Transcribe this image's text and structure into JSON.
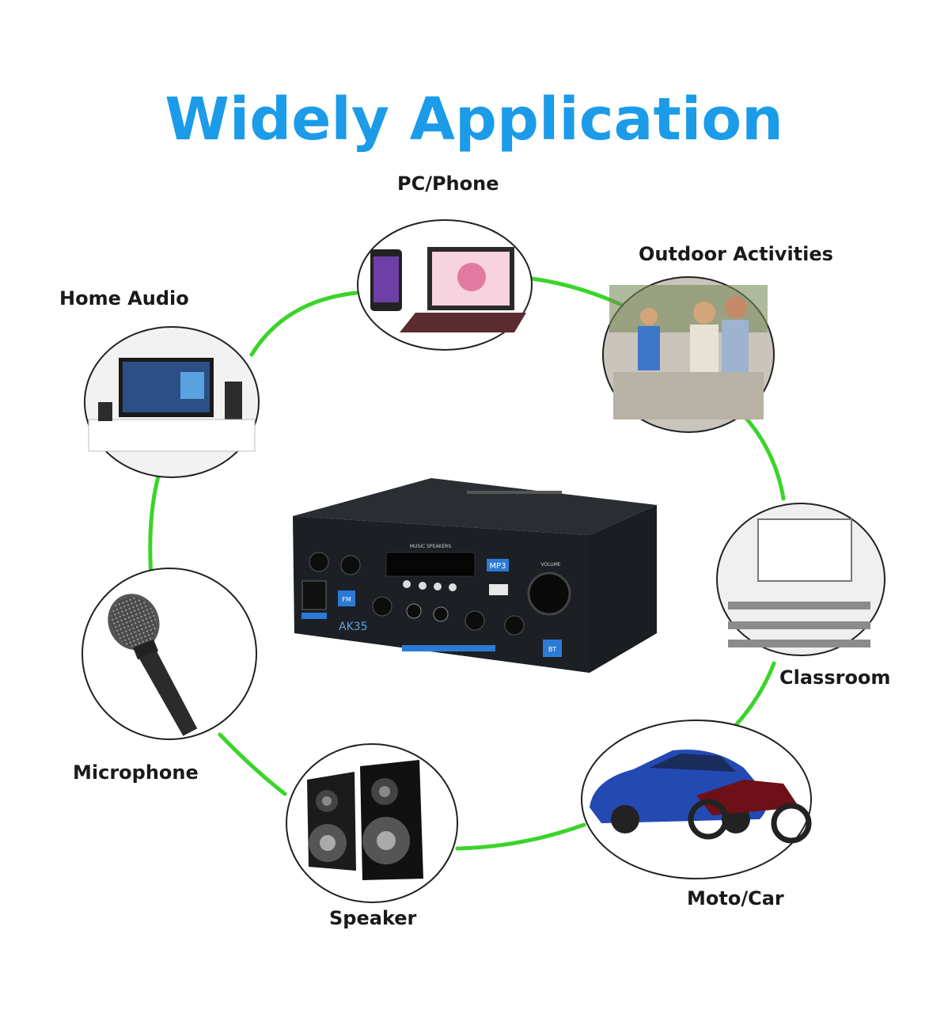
{
  "title": "Widely Application",
  "colors": {
    "title": "#1b9be8",
    "ring": "#3bd42a",
    "amp_body": "#1c1f24",
    "amp_accent": "#2b7bd6"
  },
  "applications": [
    {
      "id": "pc-phone",
      "label": "PC/Phone"
    },
    {
      "id": "outdoor",
      "label": "Outdoor Activities"
    },
    {
      "id": "home-audio",
      "label": "Home Audio"
    },
    {
      "id": "classroom",
      "label": "Classroom"
    },
    {
      "id": "microphone",
      "label": "Microphone"
    },
    {
      "id": "moto-car",
      "label": "Moto/Car"
    },
    {
      "id": "speaker",
      "label": "Speaker"
    }
  ],
  "amplifier": {
    "brand": "AK35",
    "mp3_badge": "MP3",
    "volume_label": "VOLUME",
    "display_label": "MUSIC SPEAKERS",
    "fm_badge": "FM",
    "bt_badge": "BT"
  }
}
